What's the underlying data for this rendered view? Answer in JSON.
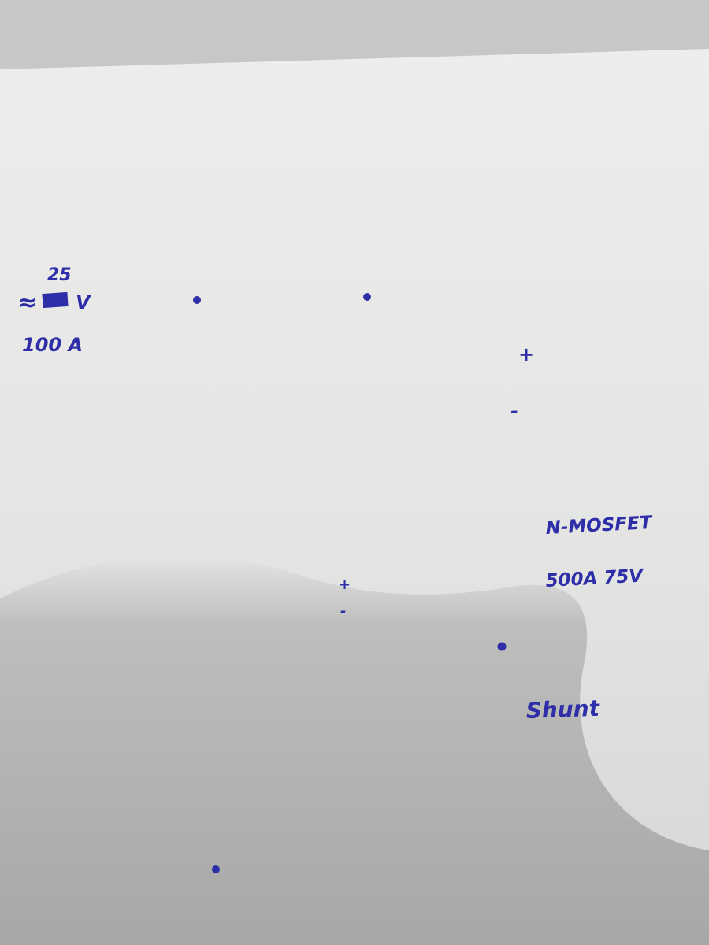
{
  "colors": {
    "ink": "#2e2fa8",
    "paper": "#e7e8e6",
    "backdrop": "#c9cac8",
    "shadow": "#a9aaa8"
  },
  "supply": {
    "voltage_top": "25",
    "voltage_approx": "≈",
    "voltage_unit": "V",
    "current": "100 A",
    "positive_terminal": "+",
    "negative_terminal": "−"
  },
  "output": {
    "plus": "+",
    "minus": "-"
  },
  "opamp": {
    "noninverting": "+",
    "inverting": "-"
  },
  "mosfet": {
    "label": "N-MOSFET",
    "rating": "500A 75V"
  },
  "shunt": {
    "label": "Shunt"
  },
  "icons": [
    "potentiometer-icon",
    "opamp-icon",
    "mosfet-icon",
    "resistor-icon",
    "ground-icon",
    "plug-icon"
  ]
}
